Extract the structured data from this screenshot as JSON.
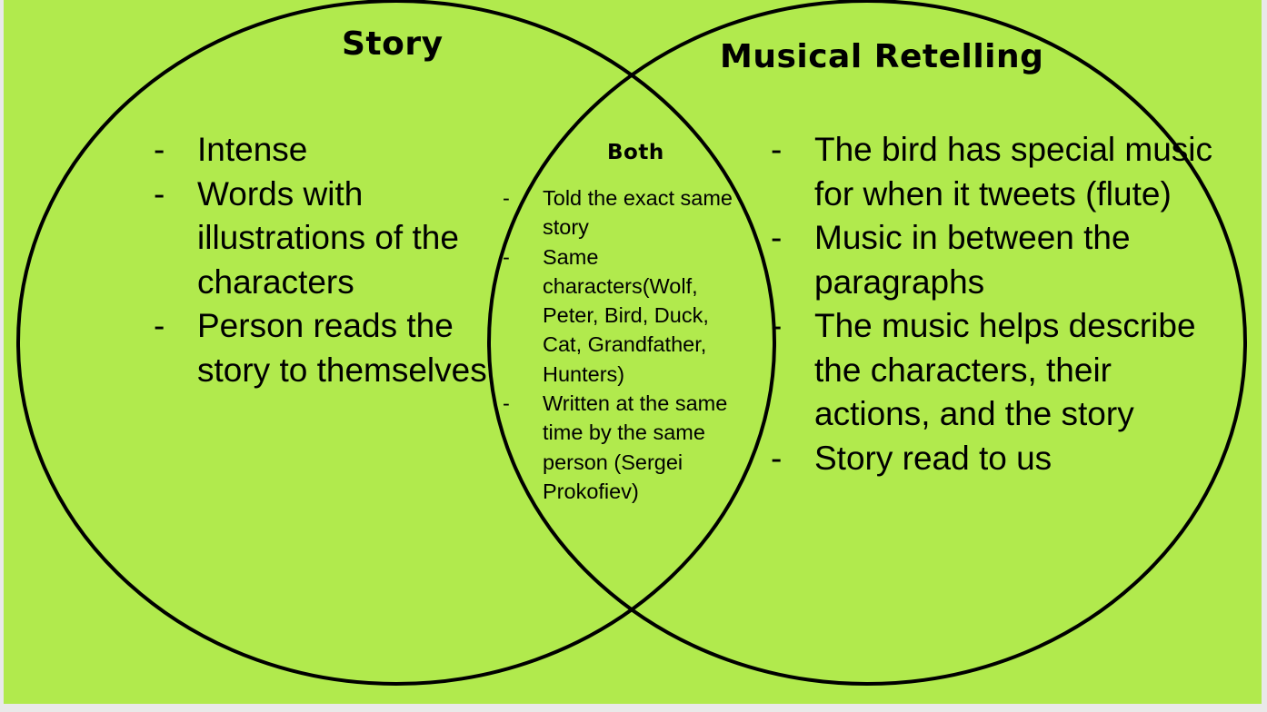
{
  "diagram": {
    "background_color": "#b1ea4d",
    "outline_color": "#000000",
    "left_set": {
      "title": "Story",
      "items": [
        "Intense",
        "Words with illustrations of the characters",
        "Person reads the story to themselves"
      ]
    },
    "overlap": {
      "title": "Both",
      "items": [
        "Told the exact same story",
        "Same characters(Wolf, Peter, Bird, Duck, Cat, Grandfather, Hunters)",
        "Written at the same time by the same person    (Sergei Prokofiev)"
      ]
    },
    "right_set": {
      "title": "Musical Retelling",
      "items": [
        "The bird has special music for when it tweets (flute)",
        "Music in between the paragraphs",
        "The music helps describe the characters, their actions, and the story",
        "Story read to us"
      ]
    },
    "bullet_marker": "-"
  }
}
